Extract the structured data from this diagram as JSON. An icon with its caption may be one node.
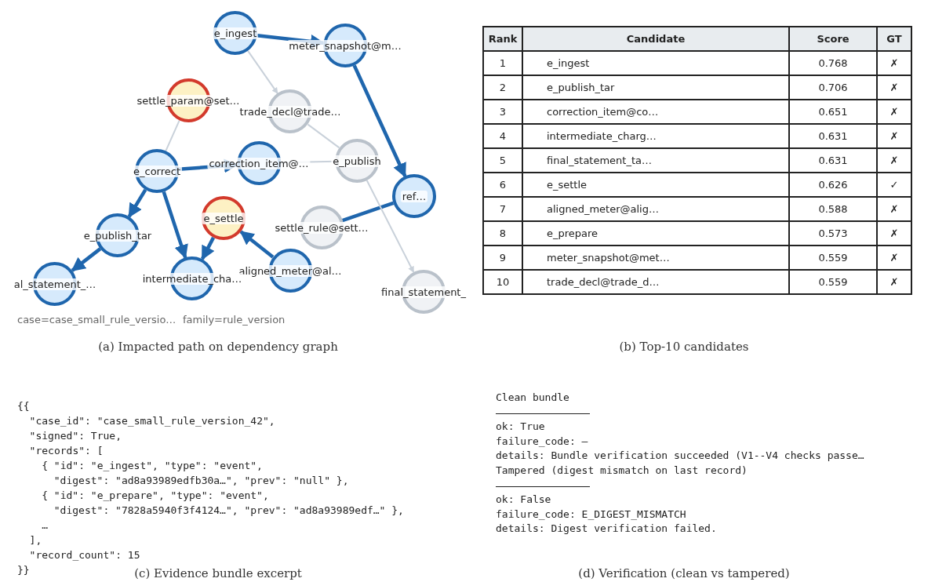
{
  "diagram": {
    "nodes": [
      {
        "text": [
          "e_ingest"
        ]
      },
      {
        "text": [
          "meter_snapshot@m…"
        ]
      },
      {
        "text": [
          "settle_param@set…"
        ]
      },
      {
        "text": [
          "trade_decl@trade…"
        ]
      },
      {
        "text": [
          "e_correct"
        ]
      },
      {
        "text": [
          "correction_item@…"
        ]
      },
      {
        "text": [
          "e_publish"
        ]
      },
      {
        "text": [
          "ref…"
        ]
      },
      {
        "text": [
          "e_settle"
        ]
      },
      {
        "text": [
          "settle_rule@sett…"
        ]
      },
      {
        "text": [
          "e_publish_tar"
        ]
      },
      {
        "text": [
          "aligned_meter@al…"
        ]
      },
      {
        "text": [
          "intermediate_cha…"
        ]
      },
      {
        "text": [
          "final_statement_"
        ]
      },
      {
        "text": [
          "al_statement_…"
        ]
      }
    ],
    "edges": [
      {
        "from": 0,
        "to": 3,
        "arrow": "to",
        "color": "#c9d1da"
      },
      {
        "from": 0,
        "to": 1,
        "arrow": "to"
      },
      {
        "from": 1,
        "to": 7,
        "arrow": "to"
      },
      {
        "from": 2,
        "to": 4,
        "arrow": "none",
        "color": "#c9d1da"
      },
      {
        "from": 3,
        "to": 6,
        "arrow": "none",
        "color": "#c9d1da"
      },
      {
        "from": 5,
        "to": 6,
        "arrow": "none",
        "color": "#c9d1da"
      },
      {
        "from": 4,
        "to": 5,
        "arrow": "to"
      },
      {
        "from": 4,
        "to": 10,
        "arrow": "to"
      },
      {
        "from": 4,
        "to": 12,
        "arrow": "to"
      },
      {
        "from": 8,
        "to": 12,
        "arrow": "to"
      },
      {
        "from": 10,
        "to": 14,
        "arrow": "to"
      },
      {
        "from": 11,
        "to": 8,
        "arrow": "to"
      },
      {
        "from": 7,
        "to": 9,
        "arrow": "none"
      },
      {
        "from": 6,
        "to": 13,
        "arrow": "to",
        "color": "#c9d1da"
      }
    ],
    "labels": [
      "case=case_small_rule_versio…",
      "family=rule_version",
      "(a) Impacted path on dependency graph",
      "Rank",
      "Candidate",
      "Score",
      "GT",
      "1",
      "e_ingest",
      "0.768",
      "✗",
      "2",
      "e_publish_tar",
      "0.706",
      "✗",
      "3",
      "correction_item@co…",
      "0.651",
      "✗",
      "4",
      "intermediate_charg…",
      "0.631",
      "✗",
      "5",
      "final_statement_ta…",
      "0.631",
      "✗",
      "6",
      "e_settle",
      "0.626",
      "✓",
      "7",
      "aligned_meter@alig…",
      "0.588",
      "✗",
      "8",
      "e_prepare",
      "0.573",
      "✗",
      "9",
      "meter_snapshot@met…",
      "0.559",
      "✗",
      "10",
      "trade_decl@trade_d…",
      "0.559",
      "✗",
      "(b) Top-10 candidates",
      "{{",
      "\"case_id\": \"case_small_rule_version_42\",",
      "\"signed\": True,",
      "\"records\": [",
      "{ \"id\": \"e_ingest\", \"type\": \"event\",",
      "\"digest\": \"ad8a93989edfb30a…\", \"prev\": \"null\" },",
      "{ \"id\": \"e_prepare\", \"type\": \"event\",",
      "\"digest\": \"7828a5940f3f4124…\", \"prev\": \"ad8a93989edf…\" },",
      "…",
      "],",
      "\"record_count\": 15",
      "}}",
      "(c) Evidence bundle excerpt",
      "Clean bundle",
      "ok: True",
      "failure_code: –",
      "details: Bundle verification succeeded (V1--V4 checks passe…",
      "Tampered (digest mismatch on last record)",
      "ok: False",
      "failure_code: E_DIGEST_MISMATCH",
      "details: Digest verification failed.",
      "(d) Verification (clean vs tampered)"
    ]
  }
}
